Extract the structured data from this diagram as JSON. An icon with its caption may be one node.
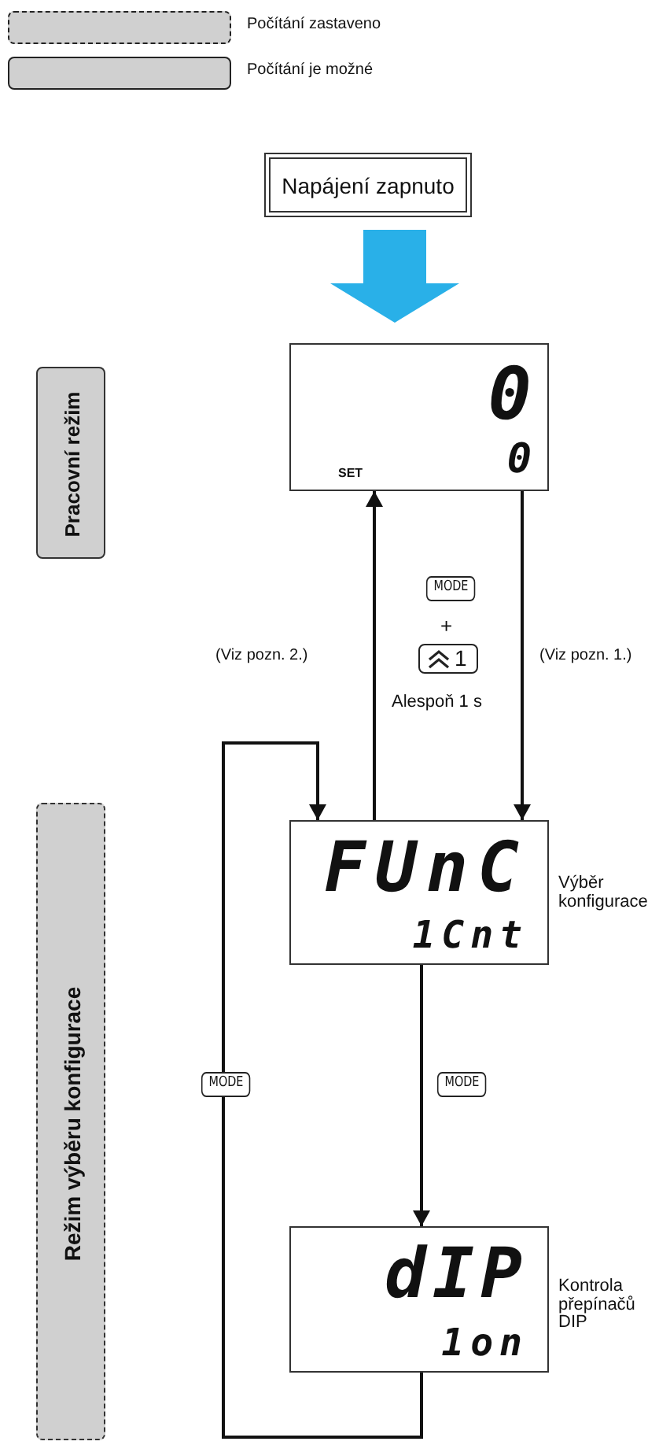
{
  "diagram": {
    "nodes": [
      {
        "text": [
          "Napájení zapnuto"
        ]
      },
      {
        "text": [
          "Pracovní režim"
        ]
      },
      {
        "text": [
          "0",
          "SET",
          "0"
        ]
      },
      {
        "text": [
          "Režim výběru konfigurace"
        ]
      },
      {
        "text": [
          "FUnC",
          "1Cnt"
        ],
        "beside": [
          "Výběr konfigurace"
        ]
      },
      {
        "text": [
          "dIP",
          "1on"
        ],
        "beside": [
          "Kontrola přepínačů DIP"
        ]
      }
    ],
    "edges": [
      {
        "from": 0,
        "to": 2,
        "arrow": "to",
        "style": "thick",
        "color": "#29b0e8"
      },
      {
        "from": 4,
        "to": 2,
        "arrow": "to",
        "label": "(Viz pozn. 2.)"
      },
      {
        "from": 2,
        "to": 4,
        "arrow": "to",
        "label": "(Viz pozn. 1.)"
      },
      {
        "from": 4,
        "to": 5,
        "arrow": "to",
        "label": "MODE"
      },
      {
        "from": 5,
        "to": 4,
        "arrow": "to",
        "label": "MODE"
      }
    ],
    "labels": [
      "MODE",
      "+",
      "1",
      "Alespoň 1 s"
    ],
    "legend": [
      {
        "text": "Počítání zastaveno"
      },
      {
        "text": "Počítání je možné"
      }
    ]
  }
}
